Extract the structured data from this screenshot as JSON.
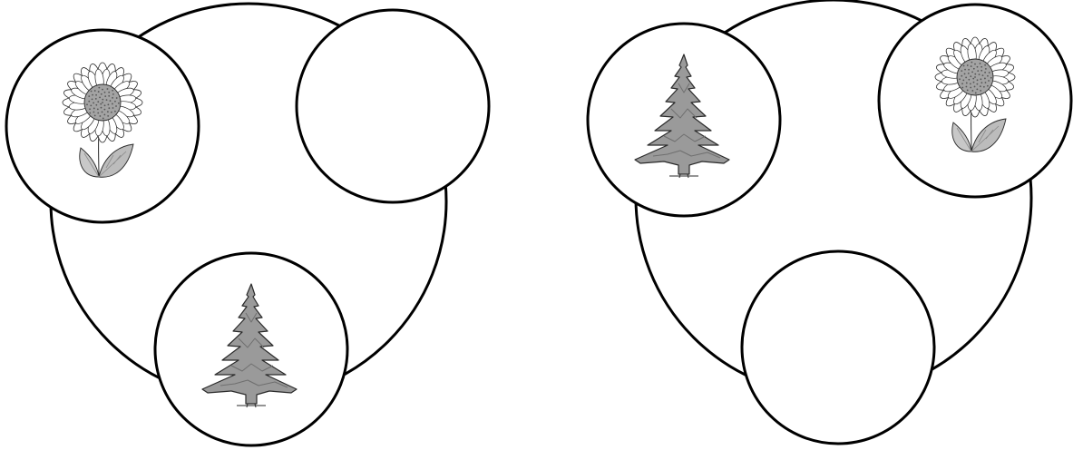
{
  "colors": {
    "stroke": "#000000",
    "background": "#ffffff",
    "tree_fill": "#9a9a9a",
    "tree_shade": "#6f6f6f",
    "petal_fill": "#ffffff",
    "flower_center": "#a3a3a3",
    "leaf_fill": "#c8c8c8"
  },
  "diagrams": [
    {
      "id": "left-diagram",
      "slots": [
        {
          "position": "top-left",
          "content": "sunflower"
        },
        {
          "position": "top-right",
          "content": "empty"
        },
        {
          "position": "bottom",
          "content": "pine-tree"
        }
      ]
    },
    {
      "id": "right-diagram",
      "slots": [
        {
          "position": "top-left",
          "content": "pine-tree"
        },
        {
          "position": "top-right",
          "content": "sunflower"
        },
        {
          "position": "bottom",
          "content": "empty"
        }
      ]
    }
  ]
}
